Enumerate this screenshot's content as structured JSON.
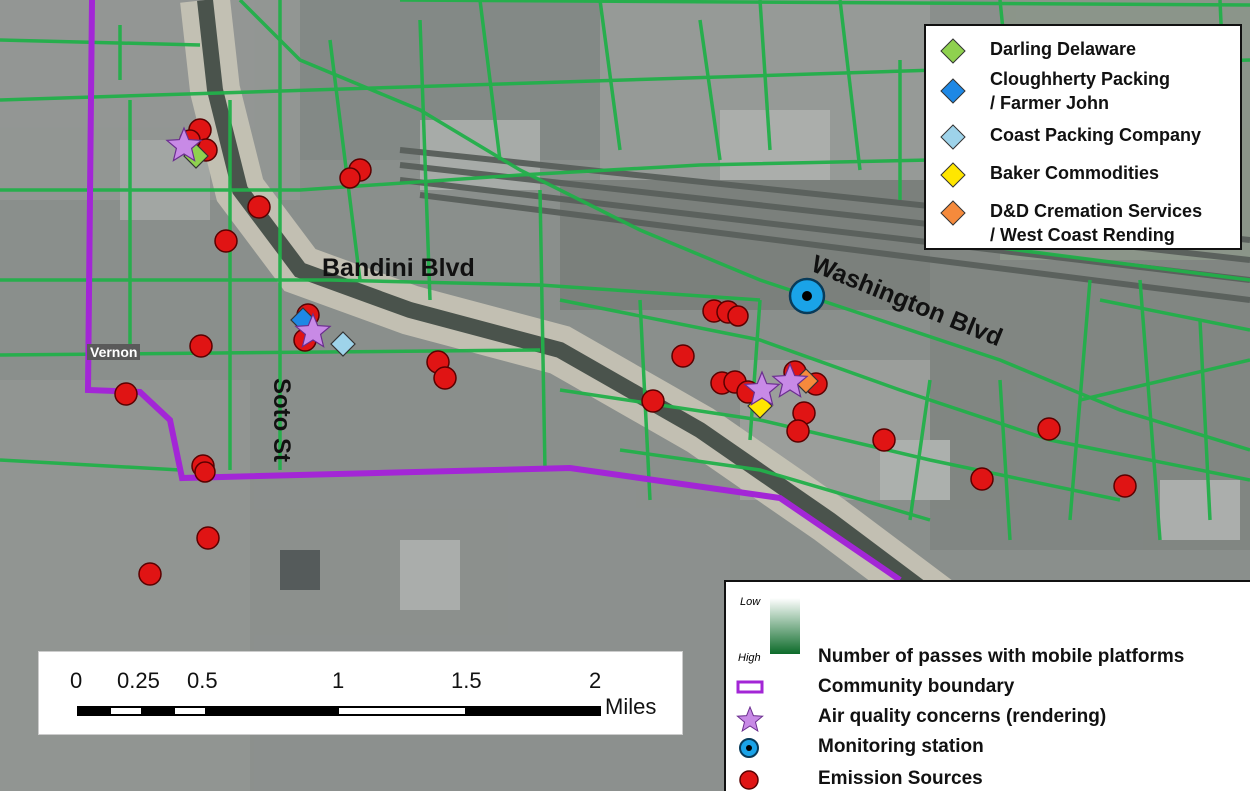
{
  "legend_facilities": {
    "items": [
      {
        "label_line1": "Darling Delaware",
        "label_line2": "",
        "color": "#8fd14f"
      },
      {
        "label_line1": "Cloughherty Packing",
        "label_line2": "/ Farmer John",
        "color": "#1e88e5"
      },
      {
        "label_line1": "Coast Packing Company",
        "label_line2": "",
        "color": "#9ed3ea"
      },
      {
        "label_line1": "Baker Commodities",
        "label_line2": "",
        "color": "#ffe600"
      },
      {
        "label_line1": "D&D Cremation Services",
        "label_line2": "/ West Coast Rending",
        "color": "#f58a3c"
      }
    ]
  },
  "legend_symbols": {
    "gradient_low": "Low",
    "gradient_high": "High",
    "items": [
      {
        "label": "Number of passes with mobile platforms"
      },
      {
        "label": "Community boundary",
        "color": "#a326d6"
      },
      {
        "label": "Air quality concerns (rendering)",
        "color": "#c88ae6"
      },
      {
        "label": "Monitoring station",
        "color": "#1aa3e8"
      },
      {
        "label": "Emission Sources",
        "color": "#e01414"
      }
    ]
  },
  "scale": {
    "ticks": [
      "0",
      "0.25",
      "0.5",
      "1",
      "1.5",
      "2"
    ],
    "unit": "Miles"
  },
  "streets": {
    "bandini": "Bandini Blvd",
    "washington": "Washington Blvd",
    "soto": "Soto St",
    "vernon": "Vernon"
  },
  "colors": {
    "route_green": "#22b04a",
    "boundary_purple": "#a326d6",
    "emission_red": "#e01414"
  }
}
